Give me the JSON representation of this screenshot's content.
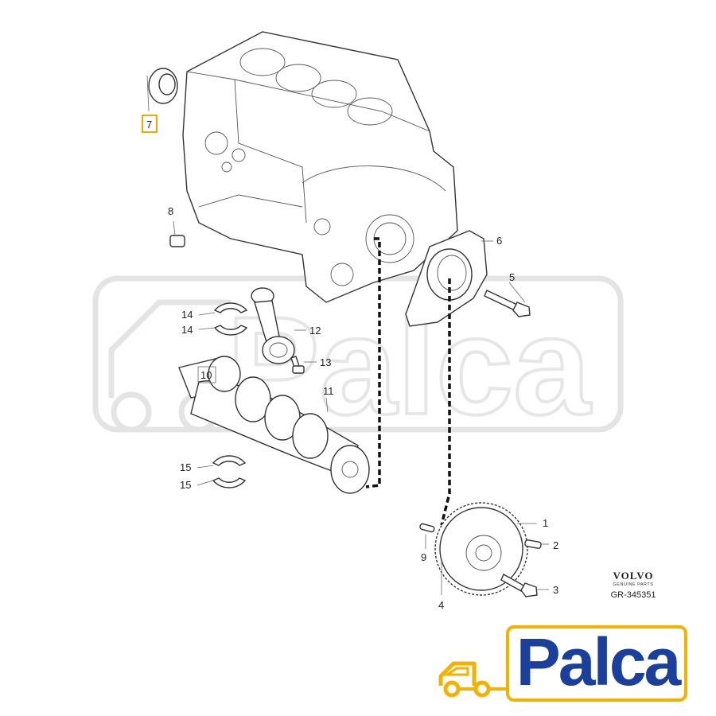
{
  "callouts": [
    {
      "label": "1"
    },
    {
      "label": "2"
    },
    {
      "label": "3"
    },
    {
      "label": "4"
    },
    {
      "label": "5"
    },
    {
      "label": "6"
    },
    {
      "label": "7"
    },
    {
      "label": "8"
    },
    {
      "label": "9"
    },
    {
      "label": "10"
    },
    {
      "label": "11"
    },
    {
      "label": "12"
    },
    {
      "label": "13"
    },
    {
      "label": "14"
    },
    {
      "label": "14"
    },
    {
      "label": "15"
    },
    {
      "label": "15"
    }
  ],
  "brand": {
    "name": "VOLVO",
    "subtitle": "GENUINE PARTS",
    "ref": "GR-345351"
  },
  "logo": {
    "word": "Palca",
    "border_color": "#f5b100",
    "text_color": "#1b3f9c"
  },
  "watermark": {
    "word": "Palca",
    "color": "#e6e6e6"
  },
  "icons": [
    "car-icon"
  ]
}
